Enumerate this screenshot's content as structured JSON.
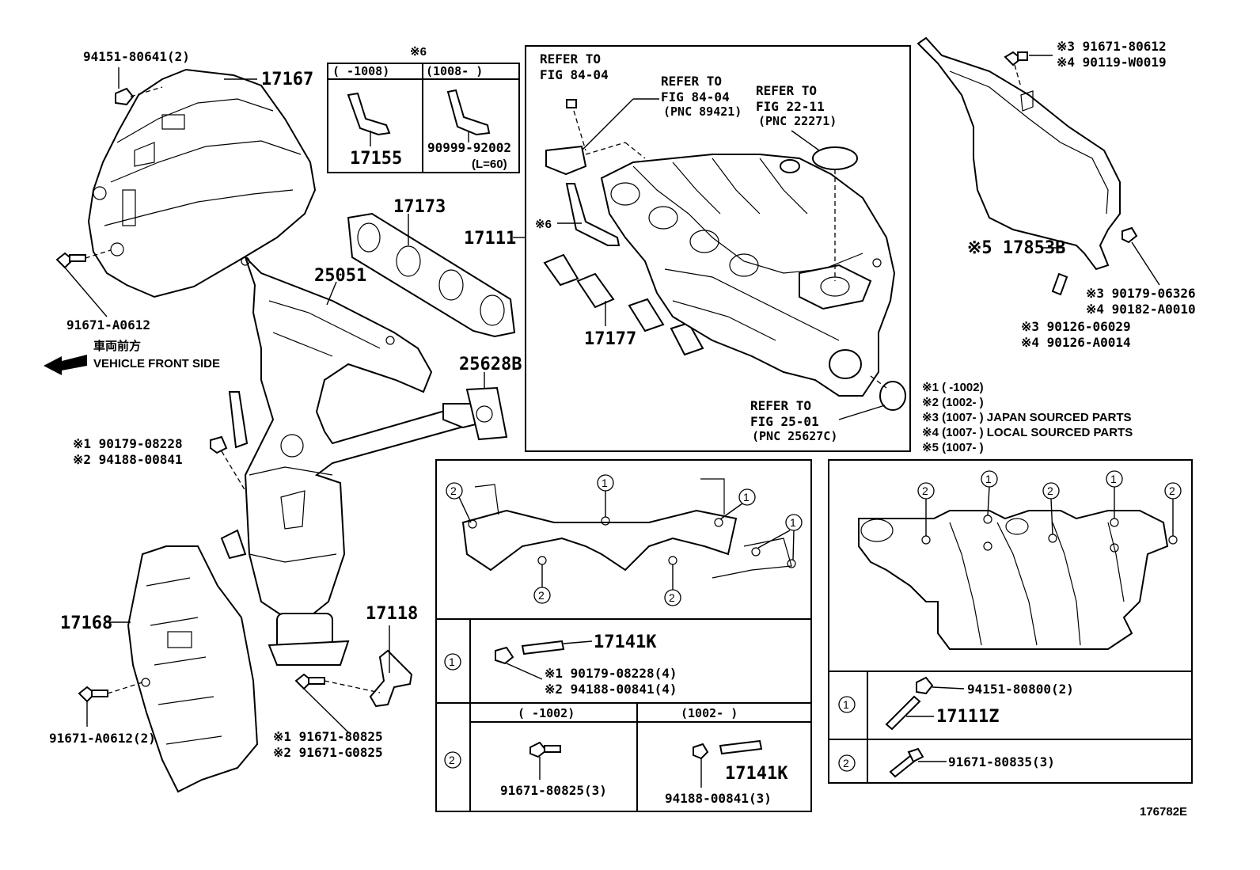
{
  "labels": {
    "p94151_80641": "94151-80641(2)",
    "p17167": "17167",
    "p91671_A0612": "91671-A0612",
    "front_jp": "車両前方",
    "front_en": "VEHICLE FRONT SIDE",
    "note6_top": "※6",
    "range_a": "(      -1008)",
    "range_b": "(1008-      )",
    "p17155": "17155",
    "p90999_92002": "90999-92002",
    "len60": "(L=60)",
    "p17173": "17173",
    "p25051": "25051",
    "p17111": "17111",
    "note6_hose": "※6",
    "p17177": "17177",
    "p25628B": "25628B",
    "s1_90179": "※1  90179-08228",
    "s2_94188": "※2  94188-00841",
    "p17168": "17168",
    "p91671_A0612_2": "91671-A0612(2)",
    "p17118": "17118",
    "s1_91671_80825": "※1  91671-80825",
    "s2_91671_G0825": "※2  91671-G0825",
    "ref1_a": "REFER TO",
    "ref1_b": "FIG 84-04",
    "ref2_a": "REFER TO",
    "ref2_b": "FIG 84-04",
    "ref2_c": "(PNC 89421)",
    "ref3_a": "REFER TO",
    "ref3_b": "FIG 22-11",
    "ref3_c": "(PNC 22271)",
    "ref4_a": "REFER TO",
    "ref4_b": "FIG 25-01",
    "ref4_c": "(PNC 25627C)",
    "s3_91671": "※3  91671-80612",
    "s4_90119": "※4  90119-W0019",
    "s5_17853B": "※5 17853B",
    "s3_90179": "※3  90179-06326",
    "s4_90182": "※4  90182-A0010",
    "s3_90126": "※3  90126-06029",
    "s4_90126": "※4  90126-A0014",
    "legend1": "※1 (      -1002)",
    "legend2": "※2 (1002-      )",
    "legend3": "※3 (1007-      ) JAPAN SOURCED PARTS",
    "legend4": "※4 (1007-      ) LOCAL SOURCED PARTS",
    "legend5": "※5 (1007-      )",
    "c1": "1",
    "c2": "2",
    "p17141K": "17141K",
    "t_s1_90179": "※1  90179-08228(4)",
    "t_s2_94188": "※2  94188-00841(4)",
    "t_range_a": "(      -1002)",
    "t_range_b": "(1002-      )",
    "p91671_80825_3": "91671-80825(3)",
    "p17141K_2": "17141K",
    "p94188_00841_3": "94188-00841(3)",
    "p94151_80800_2": "94151-80800(2)",
    "p17111Z": "17111Z",
    "p91671_80835_3": "91671-80835(3)",
    "illus": "176782E"
  }
}
